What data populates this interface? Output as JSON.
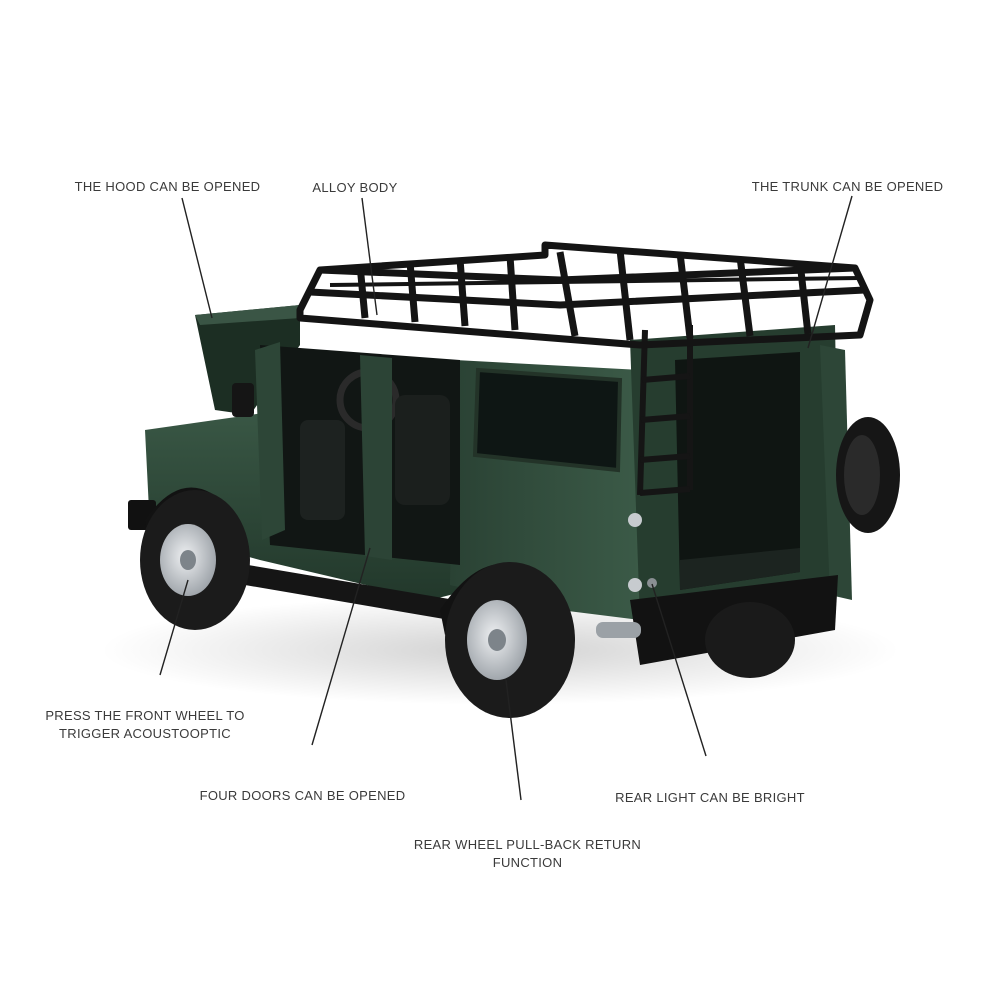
{
  "annotations": {
    "hood": "THE HOOD CAN BE OPENED",
    "alloy_body": "ALLOY BODY",
    "trunk": "THE TRUNK CAN BE OPENED",
    "front_wheel_line1": "PRESS THE FRONT WHEEL TO",
    "front_wheel_line2": "TRIGGER ACOUSTOOPTIC",
    "doors": "FOUR DOORS CAN BE OPENED",
    "rear_light": "REAR LIGHT CAN BE BRIGHT",
    "rear_wheel_line1": "REAR WHEEL PULL-BACK RETURN",
    "rear_wheel_line2": "FUNCTION"
  },
  "colors": {
    "body_green": "#2f4a3a",
    "body_green_dark": "#1f3328",
    "rack_black": "#151515",
    "tire_black": "#1b1b1b",
    "rim_silver": "#c8ccd0",
    "text": "#3a3a3a",
    "leader_line": "#222222"
  }
}
